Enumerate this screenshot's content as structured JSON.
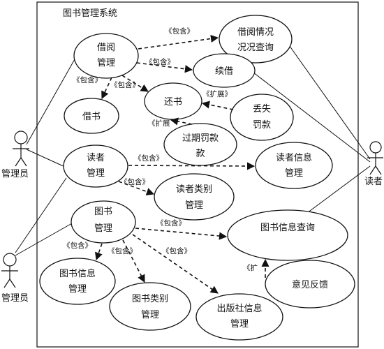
{
  "system": {
    "title": "图书管理系统"
  },
  "actors": {
    "left_top": "管理员",
    "left_bottom": "管理员",
    "right": "读者"
  },
  "use_cases": {
    "borrow_manage_1": "借阅",
    "borrow_manage_2": "管理",
    "borrow_query_1": "借阅情况",
    "borrow_query_2": "况况查询",
    "renew": "续借",
    "return_book": "还书",
    "lost_1": "丢失",
    "lost_2": "罚款",
    "borrow_book": "借书",
    "overdue_1": "过期罚款",
    "overdue_2": "款",
    "reader_manage_1": "读者",
    "reader_manage_2": "管理",
    "reader_info_1": "读者信息",
    "reader_info_2": "管理",
    "reader_type_1": "读者类别",
    "reader_type_2": "管理",
    "book_manage_1": "图书",
    "book_manage_2": "管理",
    "book_query": "图书信息查询",
    "book_info_1": "图书信息",
    "book_info_2": "管理",
    "book_type_1": "图书类别",
    "book_type_2": "管理",
    "publisher_1": "出版社信息",
    "publisher_2": "管理",
    "feedback": "意见反馈"
  },
  "relations": {
    "include": "《包含》",
    "extend": "《扩展》",
    "extend_short": "《扩",
    "extend_cut": "《扩展"
  }
}
